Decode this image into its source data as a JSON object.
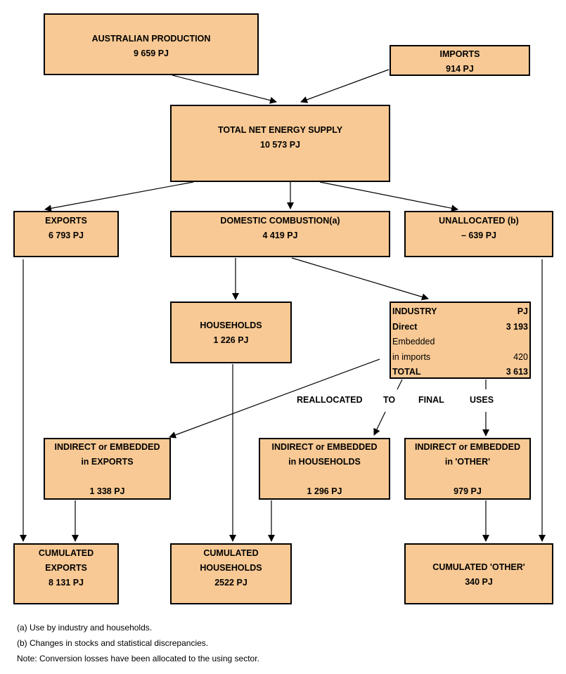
{
  "boxes": {
    "production": {
      "title": "AUSTRALIAN PRODUCTION",
      "value": "9 659 PJ"
    },
    "imports": {
      "title": "IMPORTS",
      "value": "914 PJ"
    },
    "total_supply": {
      "title": "TOTAL NET ENERGY SUPPLY",
      "value": "10 573 PJ"
    },
    "exports": {
      "title": "EXPORTS",
      "value": "6 793 PJ"
    },
    "domestic": {
      "title": "DOMESTIC COMBUSTION(a)",
      "value": "4 419 PJ"
    },
    "unallocated": {
      "title": "UNALLOCATED (b)",
      "value": "– 639 PJ"
    },
    "households": {
      "title": "HOUSEHOLDS",
      "value": "1 226 PJ"
    },
    "indirect_exports": {
      "line1": "INDIRECT or EMBEDDED",
      "line2": "in EXPORTS",
      "value": "1 338 PJ"
    },
    "indirect_households": {
      "line1": "INDIRECT or EMBEDDED",
      "line2": "in HOUSEHOLDS",
      "value": "1 296 PJ"
    },
    "indirect_other": {
      "line1": "INDIRECT or EMBEDDED",
      "line2": "in 'OTHER'",
      "value": "979 PJ"
    },
    "cum_exports": {
      "line1": "CUMULATED",
      "line2": "EXPORTS",
      "value": "8 131 PJ"
    },
    "cum_households": {
      "line1": "CUMULATED",
      "line2": "HOUSEHOLDS",
      "value": "2522 PJ"
    },
    "cum_other": {
      "line1": "CUMULATED 'OTHER'",
      "value": "340 PJ"
    }
  },
  "industry": {
    "header": "INDUSTRY",
    "unit": "PJ",
    "direct_label": "Direct",
    "direct_value": "3 193",
    "embedded_label": "Embedded",
    "imports_label": "in imports",
    "imports_value": "420",
    "total_label": "TOTAL",
    "total_value": "3 613"
  },
  "reallocated_caption": [
    "REALLOCATED",
    "TO",
    "FINAL",
    "USES"
  ],
  "footnotes": [
    "(a) Use by industry and households.",
    "(b) Changes in stocks and statistical discrepancies.",
    "Note: Conversion losses have been allocated to the using sector."
  ]
}
